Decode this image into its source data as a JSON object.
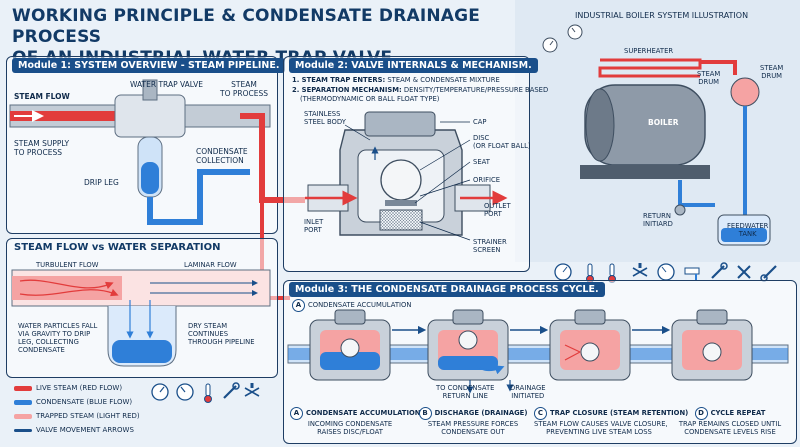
{
  "title_line1": "WORKING PRINCIPLE & CONDENSATE DRAINAGE PROCESS",
  "title_line2": "OF AN INDUSTRIAL WATER TRAP VALVE",
  "module1": {
    "label": "Module 1: SYSTEM OVERVIEW - STEAM PIPELINE.",
    "steam_flow": "STEAM FLOW",
    "water_trap_valve": "WATER TRAP VALVE",
    "steam_to_process_1": "STEAM",
    "steam_to_process_2": "TO PROCESS",
    "steam_supply_1": "STEAM SUPPLY",
    "steam_supply_2": "TO PROCESS",
    "condensate_collection_1": "CONDENSATE",
    "condensate_collection_2": "COLLECTION",
    "drip_leg": "DRIP LEG"
  },
  "separation": {
    "heading": "STEAM FLOW vs WATER SEPARATION",
    "turbulent": "TURBULENT FLOW",
    "laminar": "LAMINAR FLOW",
    "water_particles_1": "WATER PARTICLES FALL",
    "water_particles_2": "VIA GRAVITY TO DRIP",
    "water_particles_3": "LEG, COLLECTING",
    "water_particles_4": "CONDENSATE",
    "dry_steam_1": "DRY STEAM",
    "dry_steam_2": "CONTINUES",
    "dry_steam_3": "THROUGH PIPELINE"
  },
  "legend": {
    "live_steam": "LIVE STEAM (RED FLOW)",
    "condensate": "CONDENSATE (BLUE FLOW)",
    "trapped_steam": "TRAPPED STEAM (LIGHT RED)",
    "valve_arrows": "VALVE MOVEMENT ARROWS"
  },
  "module2": {
    "label": "Module 2: VALVE INTERNALS & MECHANISM.",
    "point1_key": "1. STEAM TRAP ENTERS:",
    "point1_val": "STEAM & CONDENSATE MIXTURE",
    "point2_key": "2. SEPARATION MECHANISM:",
    "point2_val": "DENSITY/TEMPERATURE/PRESSURE BASED",
    "point2_val2": "(THERMODYNAMIC OR BALL FLOAT TYPE)",
    "stainless_1": "STAINLESS",
    "stainless_2": "STEEL BODY",
    "cap": "CAP",
    "disc_1": "DISC",
    "disc_2": "(OR FLOAT BALL)",
    "seat": "SEAT",
    "orifice": "ORIFICE",
    "outlet_1": "OUTLET",
    "outlet_2": "PORT",
    "inlet_1": "INLET",
    "inlet_2": "PORT",
    "strainer_1": "STRAINER",
    "strainer_2": "SCREEN"
  },
  "boiler": {
    "heading": "INDUSTRIAL BOILER SYSTEM ILLUSTRATION",
    "superheater": "SUPERHEATER",
    "steam_drum_a_1": "STEAM",
    "steam_drum_a_2": "DRUM",
    "steam_drum_b_1": "STEAM",
    "steam_drum_b_2": "DRUM",
    "boiler": "BOILER",
    "return_1": "RETURN",
    "return_2": "INITIARD",
    "feedwater_1": "FEEDWATER",
    "feedwater_2": "TANK"
  },
  "module3": {
    "label": "Module 3: THE CONDENSATE DRAINAGE PROCESS CYCLE.",
    "step_a_top_letter": "A",
    "step_a_top": "CONDENSATE ACCUMULATION",
    "to_condensate_1": "TO CONDENSATE",
    "to_condensate_2": "RETURN LINE",
    "drainage_init_1": "DRAINAGE",
    "drainage_init_2": "INITIATED",
    "steps": [
      {
        "letter": "A",
        "title": "CONDENSATE ACCUMULATION",
        "d1": "INCOMING CONDENSATE",
        "d2": "RAISES DISC/FLOAT"
      },
      {
        "letter": "B",
        "title": "DISCHARGE (DRAINAGE)",
        "d1": "STEAM PRESSURE FORCES",
        "d2": "CONDENSATE OUT"
      },
      {
        "letter": "C",
        "title": "TRAP CLOSURE (STEAM RETENTION)",
        "d1": "STEAM FLOW CAUSES VALVE CLOSURE,",
        "d2": "PREVENTING LIVE STEAM LOSS"
      },
      {
        "letter": "D",
        "title": "CYCLE REPEAT",
        "d1": "TRAP REMAINS CLOSED UNTIL",
        "d2": "CONDENSATE LEVELS RISE"
      }
    ]
  },
  "colors": {
    "steam_red": "#e23c3c",
    "condensate_blue": "#2f7fd8",
    "trapped_light_red": "#f5a3a3",
    "pipe_gray": "#b9c4cf",
    "navy": "#1a4f8a"
  }
}
